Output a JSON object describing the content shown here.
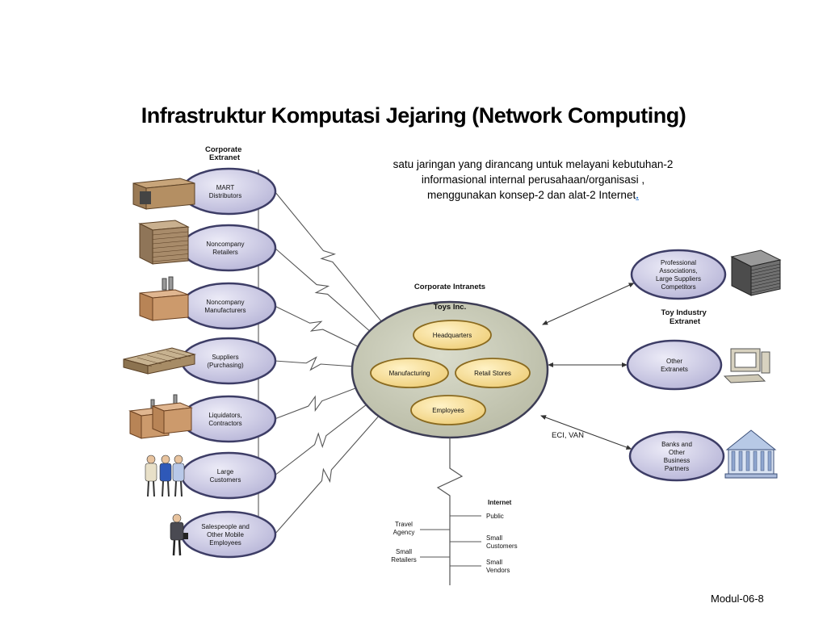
{
  "title": "Infrastruktur Komputasi Jejaring (Network Computing)",
  "description": {
    "line1": "satu jaringan yang dirancang untuk melayani kebutuhan-2",
    "line2": "informasional internal perusahaan/organisasi ,",
    "line3": "menggunakan konsep-2 dan alat-2 Internet",
    "trailing_mark": "."
  },
  "footer": "Modul-06-8",
  "extranet_label": [
    "Corporate",
    "Extranet"
  ],
  "left_nodes": [
    {
      "lines": [
        "MART",
        "Distributors"
      ],
      "icon": "warehouse-icon"
    },
    {
      "lines": [
        "Noncompany",
        "Retailers"
      ],
      "icon": "retail-building-icon"
    },
    {
      "lines": [
        "Noncompany",
        "Manufacturers"
      ],
      "icon": "factory-icon"
    },
    {
      "lines": [
        "Suppliers",
        "(Purchasing)"
      ],
      "icon": "supplier-building-icon"
    },
    {
      "lines": [
        "Liquidators,",
        "Contractors"
      ],
      "icon": "factory-group-icon"
    },
    {
      "lines": [
        "Large",
        "Customers"
      ],
      "icon": "people-icon"
    },
    {
      "lines": [
        "Salespeople and",
        "Other Mobile",
        "Employees"
      ],
      "icon": "salesperson-icon"
    }
  ],
  "intranet": {
    "label": "Corporate Intranets",
    "company": "Toys Inc.",
    "units": [
      "Headquarters",
      "Manufacturing",
      "Retail Stores",
      "Employees"
    ]
  },
  "right_nodes": [
    {
      "lines": [
        "Professional",
        "Associations,",
        "Large Suppliers",
        "Competitors"
      ],
      "icon": "office-tower-icon"
    },
    {
      "lines": [
        "Other",
        "Extranets"
      ],
      "icon": "computer-icon"
    },
    {
      "lines": [
        "Banks and",
        "Other",
        "Business",
        "Partners"
      ],
      "icon": "bank-icon"
    }
  ],
  "toy_industry_label": [
    "Toy Industry",
    "Extranet"
  ],
  "eci_label": "ECI, VAN",
  "internet": {
    "label": "Internet",
    "right_items": [
      [
        "Public"
      ],
      [
        "Small",
        "Customers"
      ],
      [
        "Small",
        "Vendors"
      ]
    ],
    "left_items": [
      [
        "Travel",
        "Agency"
      ],
      [
        "Small",
        "Retailers"
      ]
    ]
  },
  "colors": {
    "oval_fill": "#cfcfe6",
    "oval_stroke": "#3d3d66",
    "hub_fill": "#c9cbb8",
    "unit_fill": "#f4d99a",
    "unit_stroke": "#8a6a1f",
    "link": "#555555"
  }
}
